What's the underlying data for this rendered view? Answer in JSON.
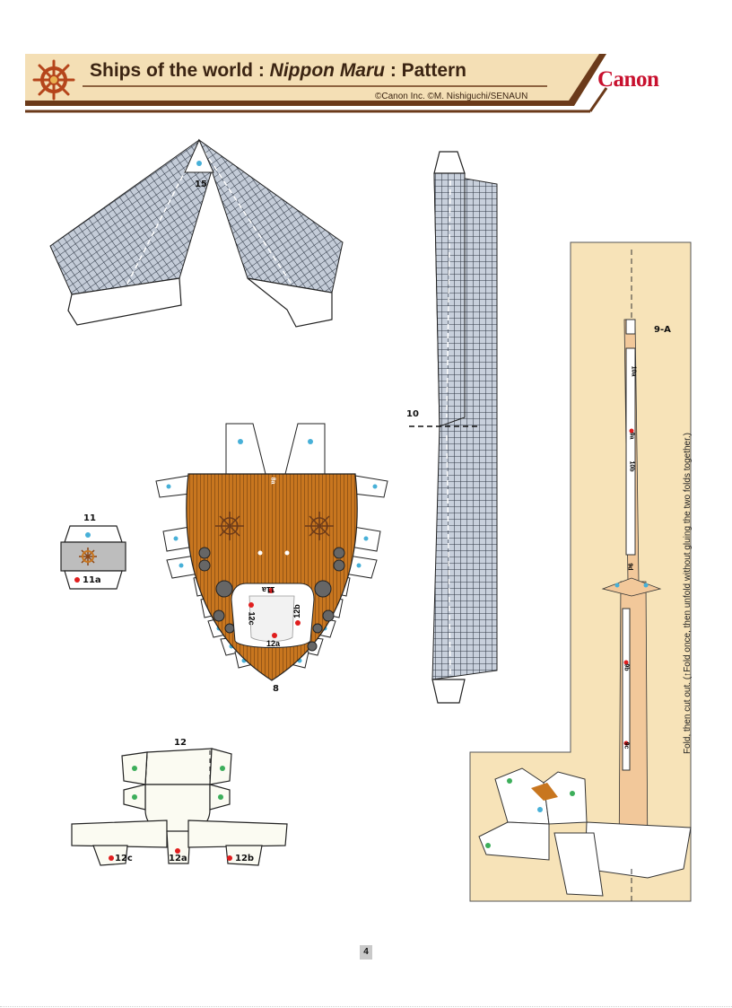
{
  "header": {
    "title_prefix": "Ships of the world : ",
    "title_ship": "Nippon Maru",
    "title_suffix": " : Pattern",
    "copyright": "©Canon Inc. ©M. Nishiguchi/SENAUN",
    "brand": "Canon",
    "icon": "ship-wheel-icon"
  },
  "parts": {
    "p15": "15",
    "p10": "10",
    "p9a": "9-A",
    "p11": "11",
    "p8": "8",
    "p12": "12"
  },
  "markers": {
    "m11a": "11a",
    "m12a": "12a",
    "m12b": "12b",
    "m12c": "12c",
    "m10a": "10a",
    "m10b": "10b",
    "m9a": "9a",
    "m9b": "9b",
    "m9c": "9c",
    "m9d": "9d",
    "m8a": "8a"
  },
  "fold_note": "Fold, then cut out. (↑Fold once, then unfold without gluing the two folds together.)",
  "page_number": "4",
  "colors": {
    "header_bar": "#6b3a1a",
    "header_fill": "#f4dfb5",
    "sail_grid": "#4a5568",
    "deck_wood": "#c8761f",
    "mast_panel": "#f7e3b8",
    "mast_wood": "#f2c89a",
    "dot_blue": "#47b0d8",
    "dot_green": "#3cae5a",
    "dot_red": "#e01e1e",
    "brand_red": "#c8102e"
  }
}
